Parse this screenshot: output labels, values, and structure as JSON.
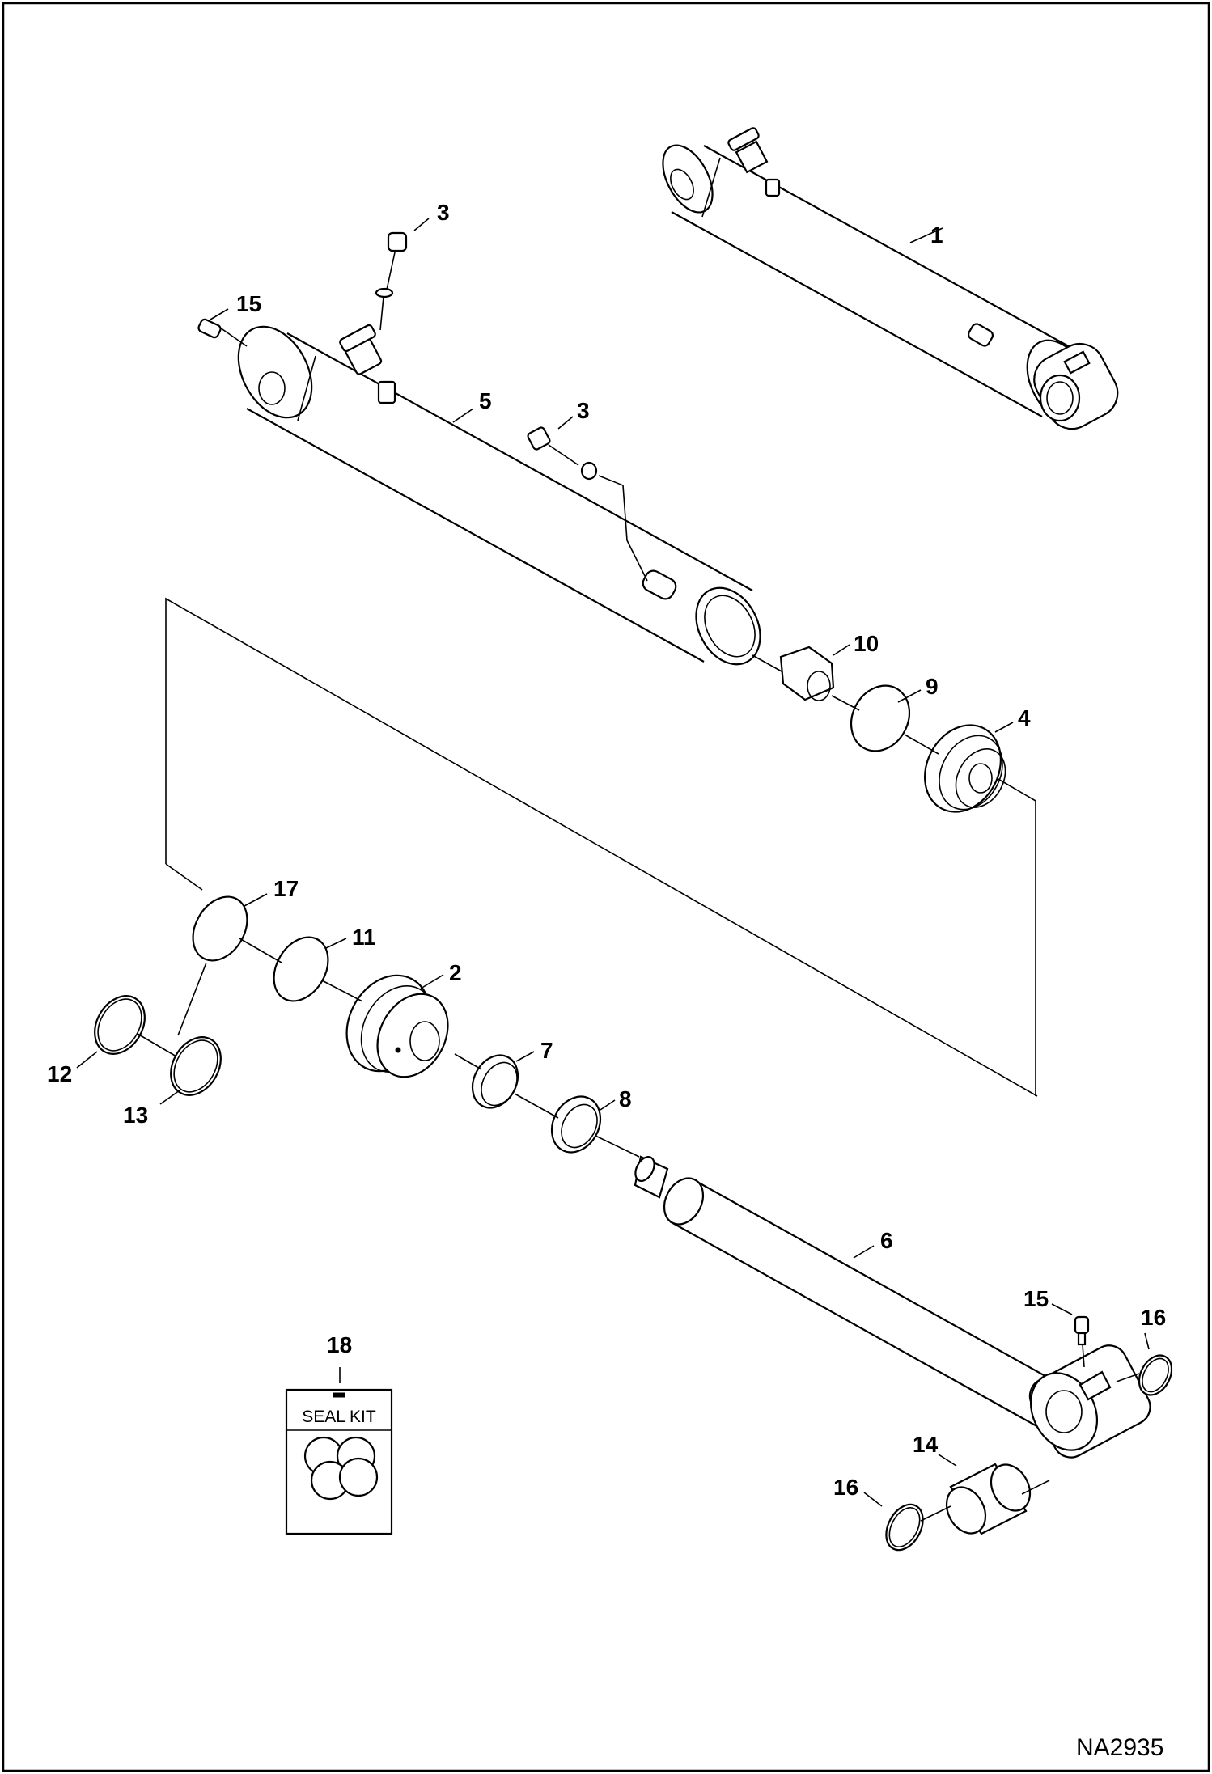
{
  "callouts": {
    "c1": "1",
    "c2": "2",
    "c3a": "3",
    "c3b": "3",
    "c4": "4",
    "c5": "5",
    "c6": "6",
    "c7": "7",
    "c8": "8",
    "c9": "9",
    "c10": "10",
    "c11": "11",
    "c12": "12",
    "c13": "13",
    "c14": "14",
    "c15a": "15",
    "c15b": "15",
    "c16a": "16",
    "c16b": "16",
    "c17": "17",
    "c18": "18"
  },
  "seal_kit": {
    "label": "SEAL KIT"
  },
  "drawing_id": "NA2935"
}
